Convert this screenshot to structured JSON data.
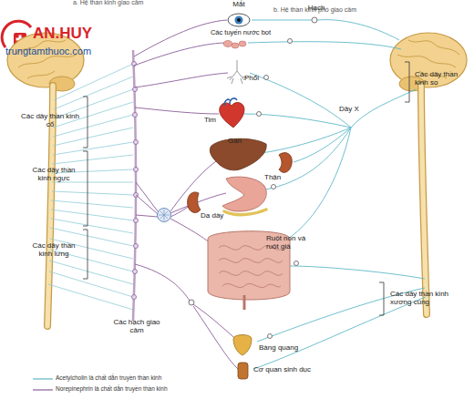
{
  "diagram": {
    "labels": [
      "a. Hệ thần kinh giao cảm",
      "b. Hệ thần kinh phó giao cảm",
      "AN.HUY",
      "trungtamthuoc.com",
      "Mắt",
      "Hạch",
      "Các tuyến nước bọt",
      "Phổi",
      "Các dây thần kinh sọ",
      "Dây X",
      "Các dây thần kinh cổ",
      "Tim",
      "Gan",
      "Thận",
      "Các dây thần kinh ngực",
      "Dạ dày",
      "Các dây thần kinh lưng",
      "Ruột non và ruột già",
      "Các dây thần kinh xương cùng",
      "Các hạch giao cảm",
      "Bàng quang",
      "Cơ quan sinh dục"
    ],
    "legend": [
      {
        "text": "Acetylcholin là chất dẫn truyền thần kinh"
      },
      {
        "text": "Norepinephrin là chất dẫn truyền thần kinh"
      }
    ]
  }
}
